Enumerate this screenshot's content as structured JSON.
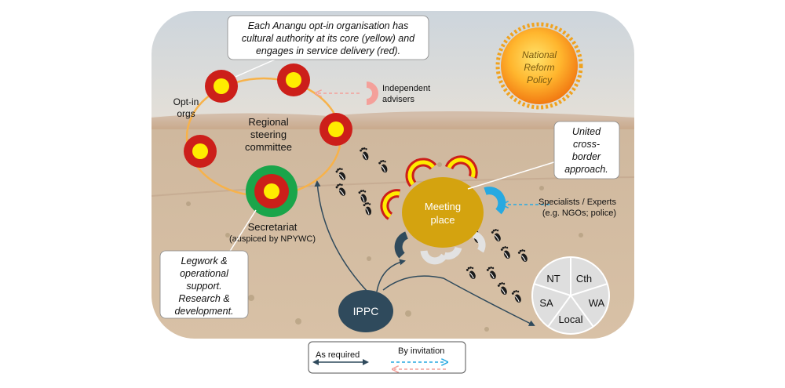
{
  "callouts": {
    "top_line1": "Each Anangu opt-in organisation has",
    "top_line2": "cultural authority at its core (yellow) and",
    "top_line3": "engages in service delivery (red).",
    "united_line1": "United",
    "united_line2": "cross-",
    "united_line3": "border",
    "united_line4": "approach.",
    "legwork_line1": "Legwork &",
    "legwork_line2": "operational",
    "legwork_line3": "support.",
    "legwork_line4": "Research &",
    "legwork_line5": "development."
  },
  "labels": {
    "optin_line1": "Opt-in",
    "optin_line2": "orgs",
    "rsc_line1": "Regional",
    "rsc_line2": "steering",
    "rsc_line3": "committee",
    "secretariat": "Secretariat",
    "secretariat_sub": "(auspiced by NPYWC)",
    "independent_line1": "Independent",
    "independent_line2": "advisers",
    "specialists_line1": "Specialists / Experts",
    "specialists_line2": "(e.g. NGOs; police)",
    "meeting_line1": "Meeting",
    "meeting_line2": "place",
    "ippc": "IPPC",
    "nrp_line1": "National",
    "nrp_line2": "Reform",
    "nrp_line3": "Policy"
  },
  "governments": [
    "NT",
    "Cth",
    "WA",
    "Local",
    "SA"
  ],
  "legend": {
    "as_required": "As required",
    "by_invitation": "By invitation"
  },
  "colors": {
    "service_red": "#cc1f1a",
    "cultural_yellow": "#ffec00",
    "secretariat_green": "#1aa54a",
    "meeting_gold": "#d4a30f",
    "ippc_navy": "#2f4a5c",
    "invite_blue": "#27a9e1",
    "invite_pink": "#f4a09a",
    "committee_ring": "#f7b24a"
  }
}
